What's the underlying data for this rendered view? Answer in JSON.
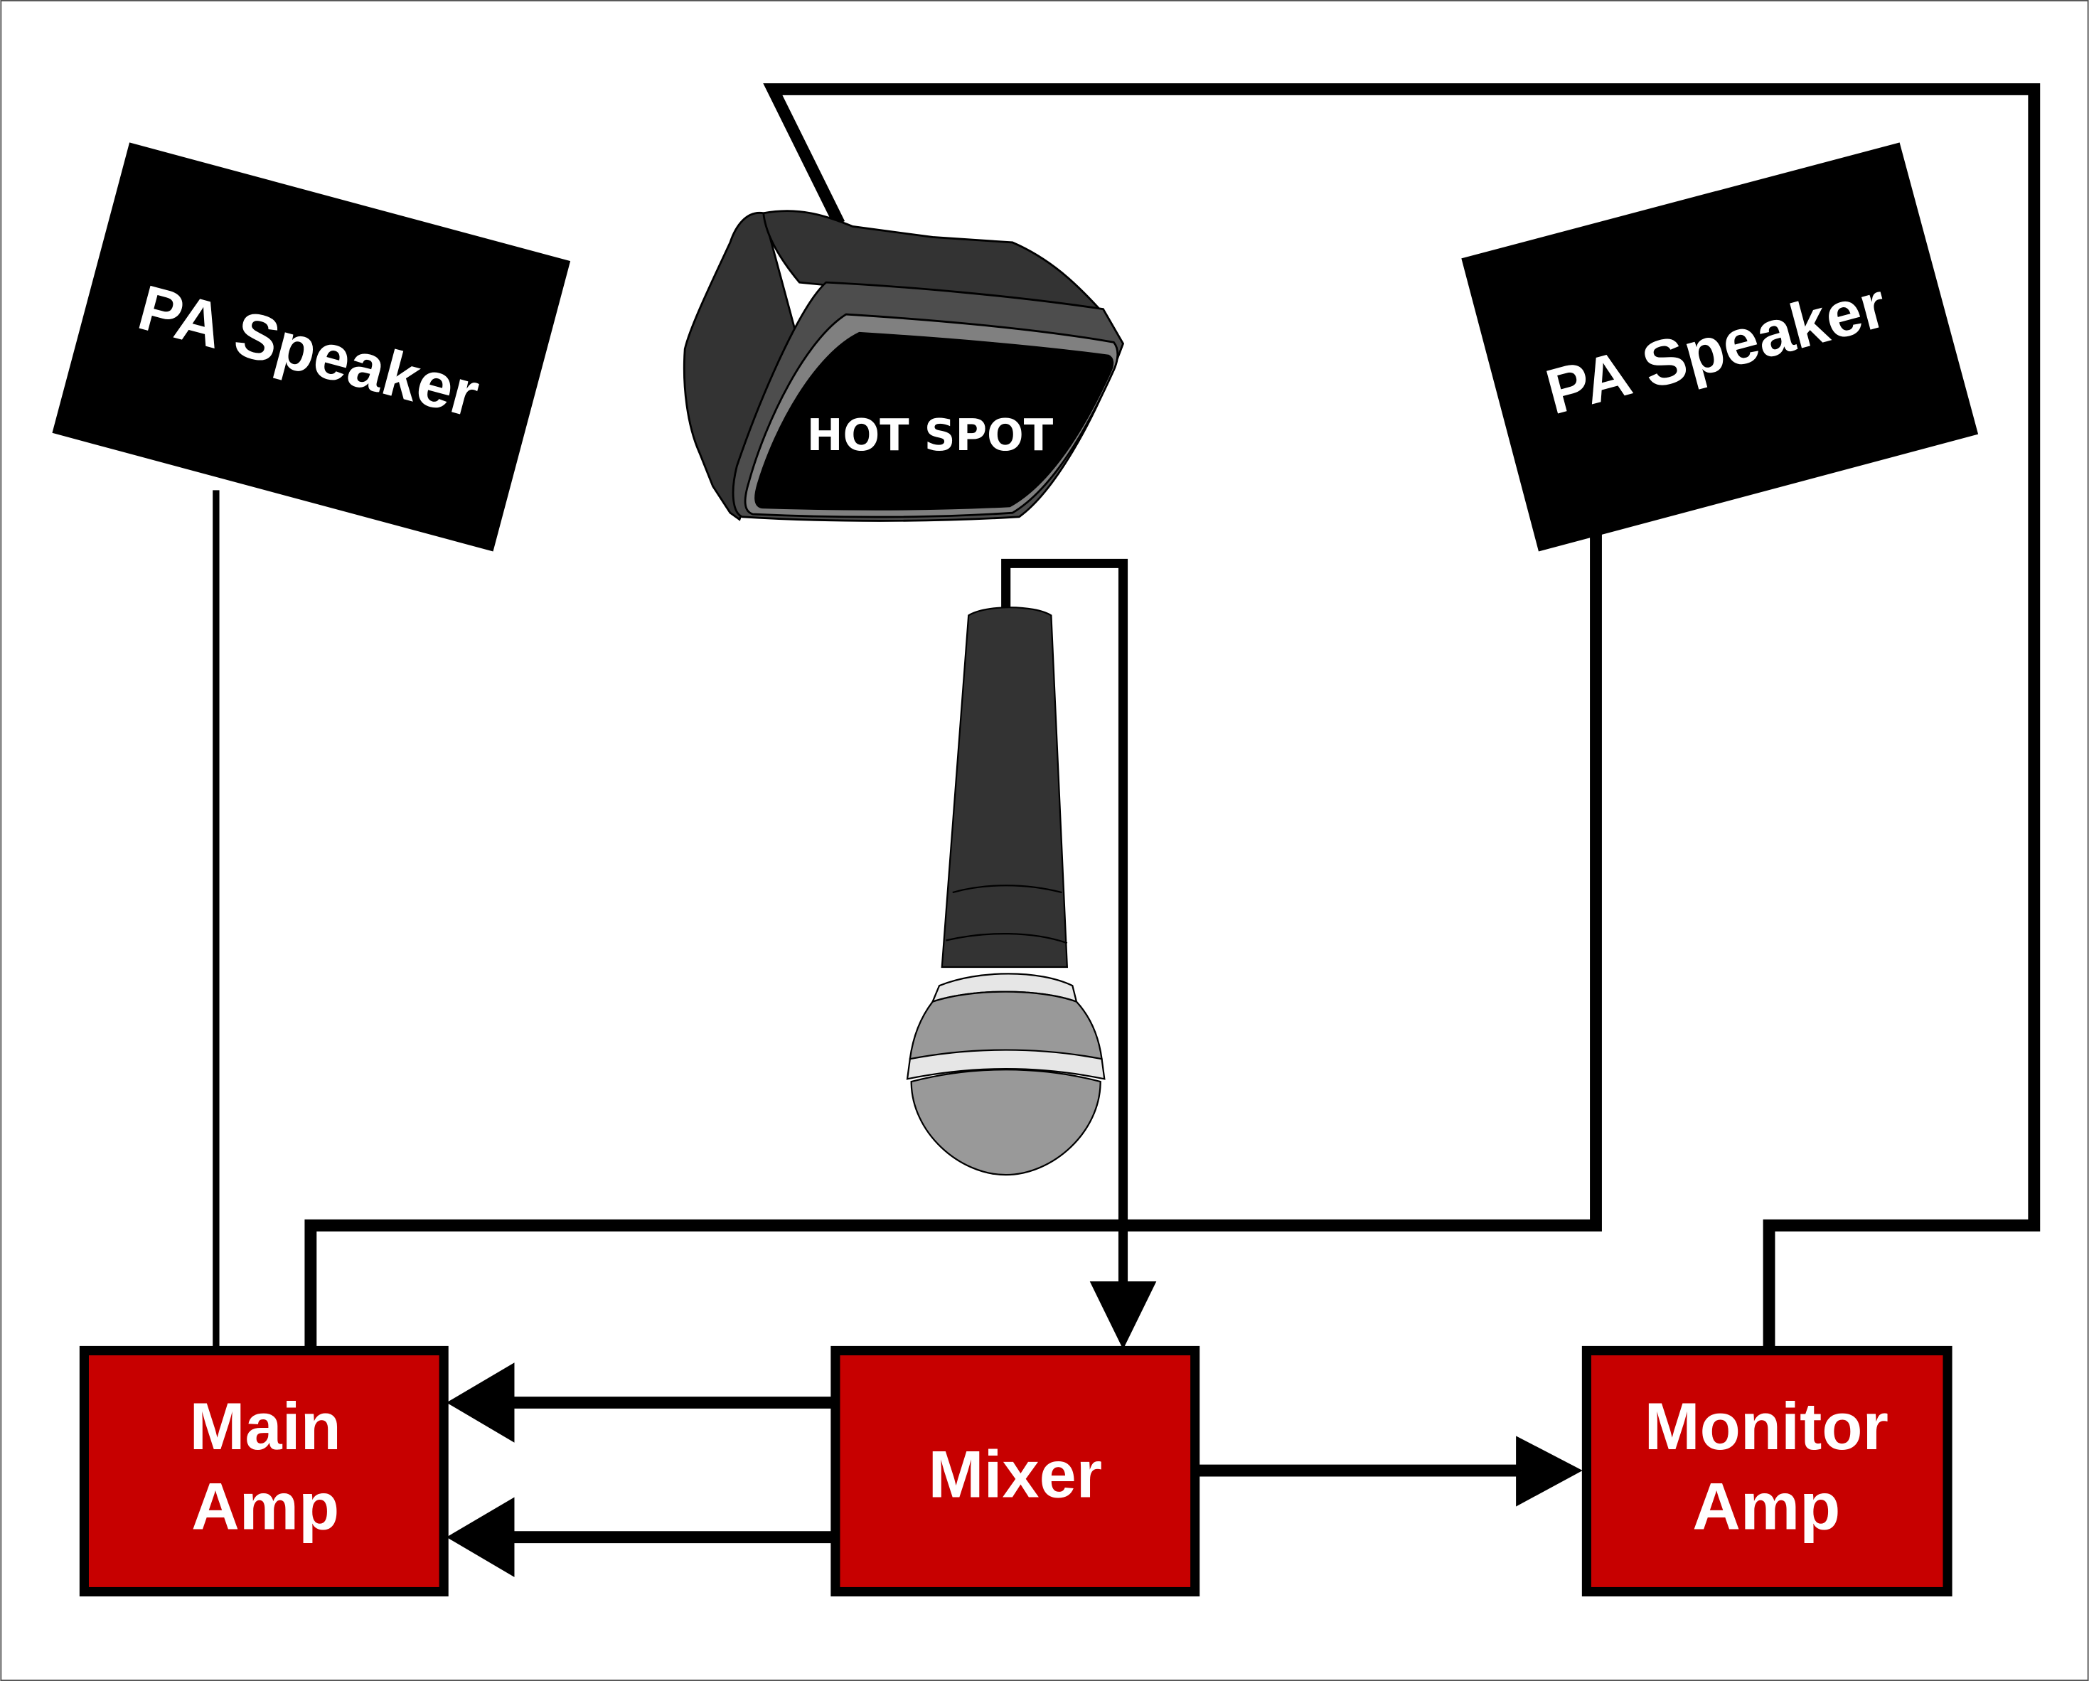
{
  "diagram": {
    "colors": {
      "amp_fill": "#c70000",
      "line": "#000000",
      "speaker_fill": "#000000",
      "monitor_body": "#333333",
      "mic_body": "#333333",
      "mic_grille": "#999999",
      "mic_ring": "#e6e6e6"
    },
    "speakers": [
      {
        "id": "pa-left",
        "label": "PA Speaker"
      },
      {
        "id": "pa-right",
        "label": "PA Speaker"
      }
    ],
    "monitor_wedge": {
      "label": "HOT SPOT"
    },
    "microphone": {
      "icon": "microphone-icon"
    },
    "boxes": {
      "main_amp": {
        "line1": "Main",
        "line2": "Amp"
      },
      "mixer": {
        "line1": "Mixer"
      },
      "monitor_amp": {
        "line1": "Monitor",
        "line2": "Amp"
      }
    },
    "connections": [
      {
        "from": "microphone",
        "to": "mixer",
        "arrow": true
      },
      {
        "from": "mixer",
        "to": "main_amp",
        "arrow": true,
        "count": 2
      },
      {
        "from": "mixer",
        "to": "monitor_amp",
        "arrow": true
      },
      {
        "from": "main_amp",
        "to": "pa-left",
        "arrow": false
      },
      {
        "from": "main_amp",
        "to": "pa-right",
        "arrow": false
      },
      {
        "from": "monitor_amp",
        "to": "monitor_wedge",
        "arrow": false
      }
    ]
  }
}
